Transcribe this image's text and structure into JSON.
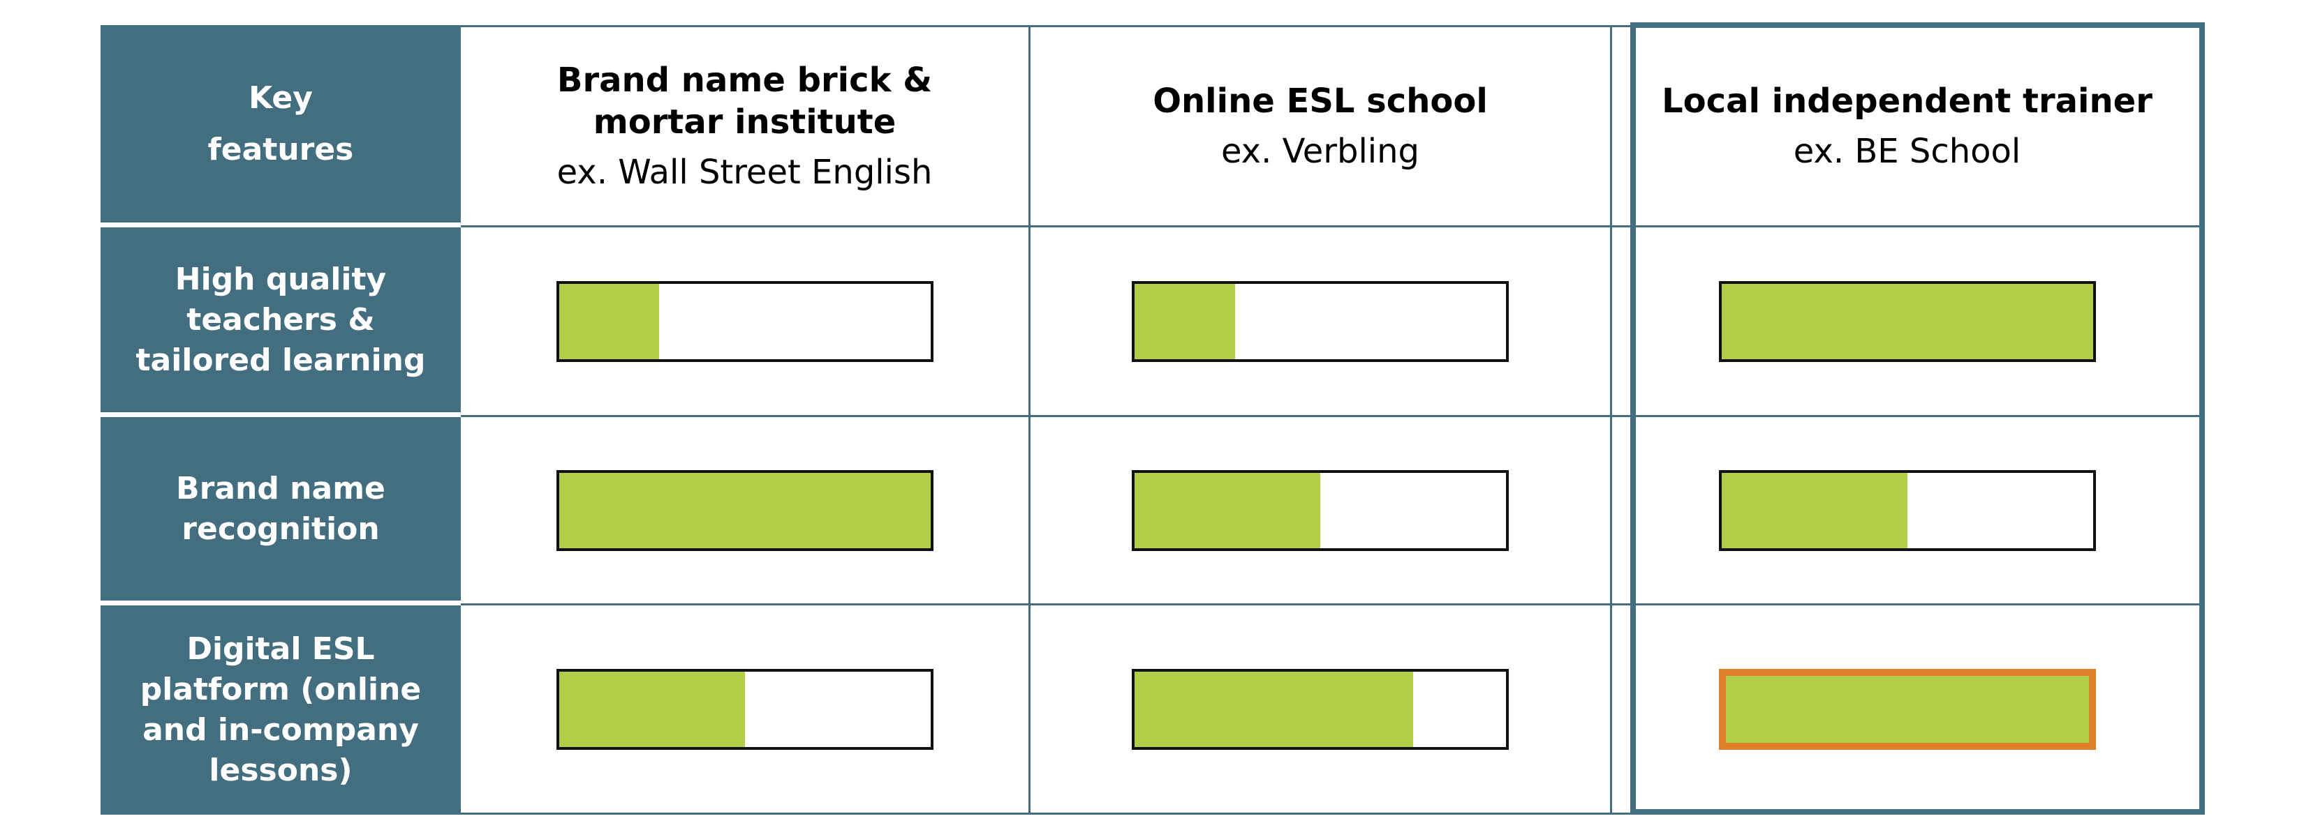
{
  "header": {
    "key_line1": "Key",
    "key_line2": "features",
    "columns": [
      {
        "title": "Brand name brick & mortar institute",
        "subtitle": "ex. Wall Street English"
      },
      {
        "title": "Online ESL school",
        "subtitle": "ex. Verbling"
      },
      {
        "title": "Local independent trainer",
        "subtitle": "ex. BE School"
      }
    ]
  },
  "rows": [
    {
      "feature": "High quality teachers & tailored learning",
      "scores": [
        0.27,
        0.27,
        1.0
      ]
    },
    {
      "feature": "Brand name recognition",
      "scores": [
        1.0,
        0.5,
        0.5
      ]
    },
    {
      "feature": "Digital ESL platform (online and in-company lessons)",
      "scores": [
        0.5,
        0.75,
        1.0
      ]
    }
  ],
  "highlighted_column": 2,
  "highlighted_cell": {
    "row": 2,
    "column": 2
  },
  "colors": {
    "feature_bg": "#436e7f",
    "bar_fill": "#b2cd48",
    "bar_border": "#111111",
    "highlight_border": "#e07f2a",
    "column_frame": "#436e7f"
  }
}
